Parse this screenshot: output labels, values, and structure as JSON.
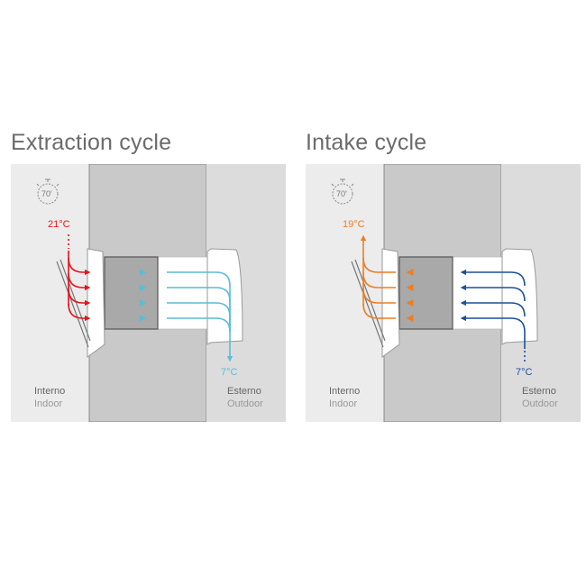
{
  "panels": [
    {
      "title": "Extraction cycle",
      "mode": "extraction",
      "timer_label": "70'",
      "indoor_temp": "21°C",
      "outdoor_temp": "7°C",
      "indoor_label_it": "Interno",
      "indoor_label_en": "Indoor",
      "outdoor_label_it": "Esterno",
      "outdoor_label_en": "Outdoor",
      "indoor_color": "#e3141b",
      "outdoor_color": "#5bbcd6"
    },
    {
      "title": "Intake cycle",
      "mode": "intake",
      "timer_label": "70'",
      "indoor_temp": "19°C",
      "outdoor_temp": "7°C",
      "indoor_label_it": "Interno",
      "indoor_label_en": "Indoor",
      "outdoor_label_it": "Esterno",
      "outdoor_label_en": "Outdoor",
      "indoor_color": "#ee7d22",
      "outdoor_color": "#1d4f9c"
    }
  ]
}
